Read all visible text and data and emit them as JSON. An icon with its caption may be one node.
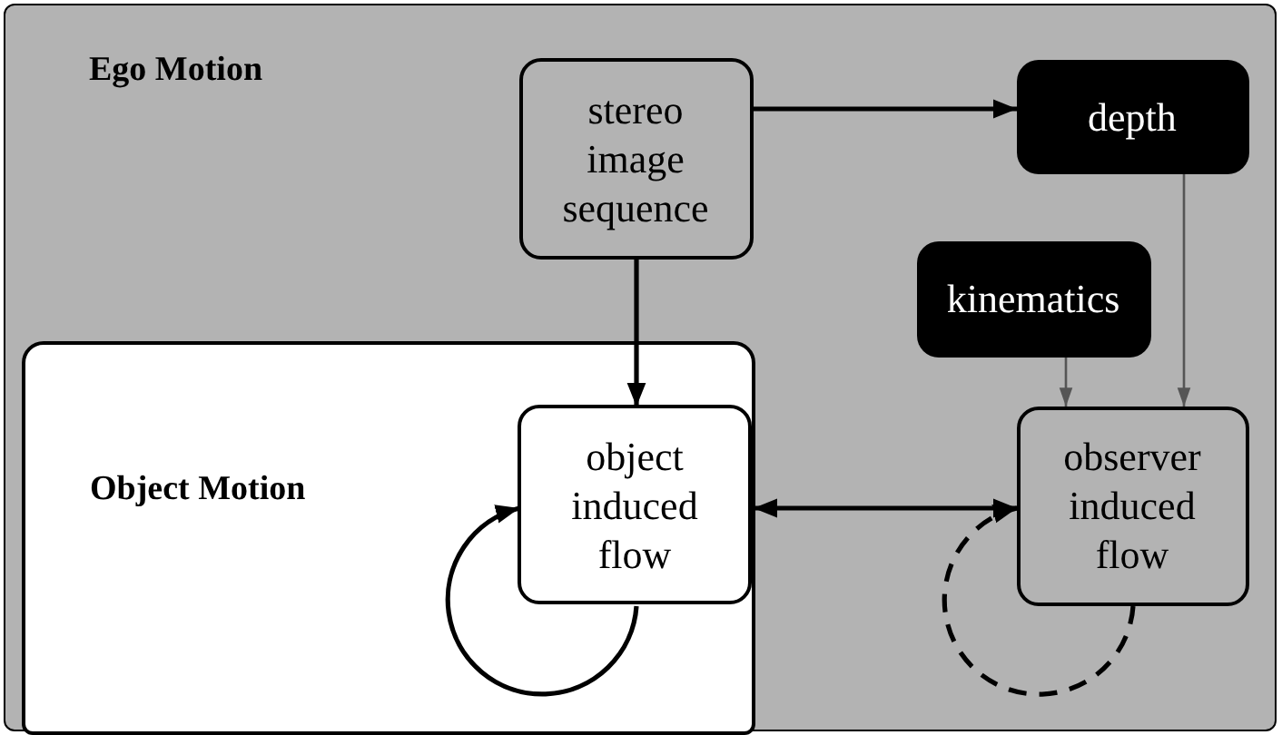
{
  "diagram": {
    "nodes": [
      {
        "text": [
          "Ego Motion"
        ]
      },
      {
        "text": [
          "stereo image sequence"
        ],
        "in": 0
      },
      {
        "text": [
          "depth"
        ],
        "in": 0
      },
      {
        "text": [
          "kinematics"
        ],
        "in": 0
      },
      {
        "text": [
          "Object Motion"
        ],
        "in": 0
      },
      {
        "text": [
          "object induced flow"
        ],
        "in": 4
      },
      {
        "text": [
          "observer induced flow"
        ],
        "in": 0
      }
    ],
    "edges": [
      {
        "from": 1,
        "to": 2,
        "arrow": "to"
      },
      {
        "from": 1,
        "to": 5,
        "arrow": "to"
      },
      {
        "from": 3,
        "to": 6,
        "arrow": "to",
        "color": "#555555"
      },
      {
        "from": 2,
        "to": 6,
        "arrow": "to",
        "color": "#555555"
      },
      {
        "from": 5,
        "to": 6,
        "arrow": "both"
      },
      {
        "from": 5,
        "to": 5,
        "arrow": "to"
      },
      {
        "from": 6,
        "to": 6,
        "arrow": "to",
        "style": "dashed"
      }
    ]
  }
}
